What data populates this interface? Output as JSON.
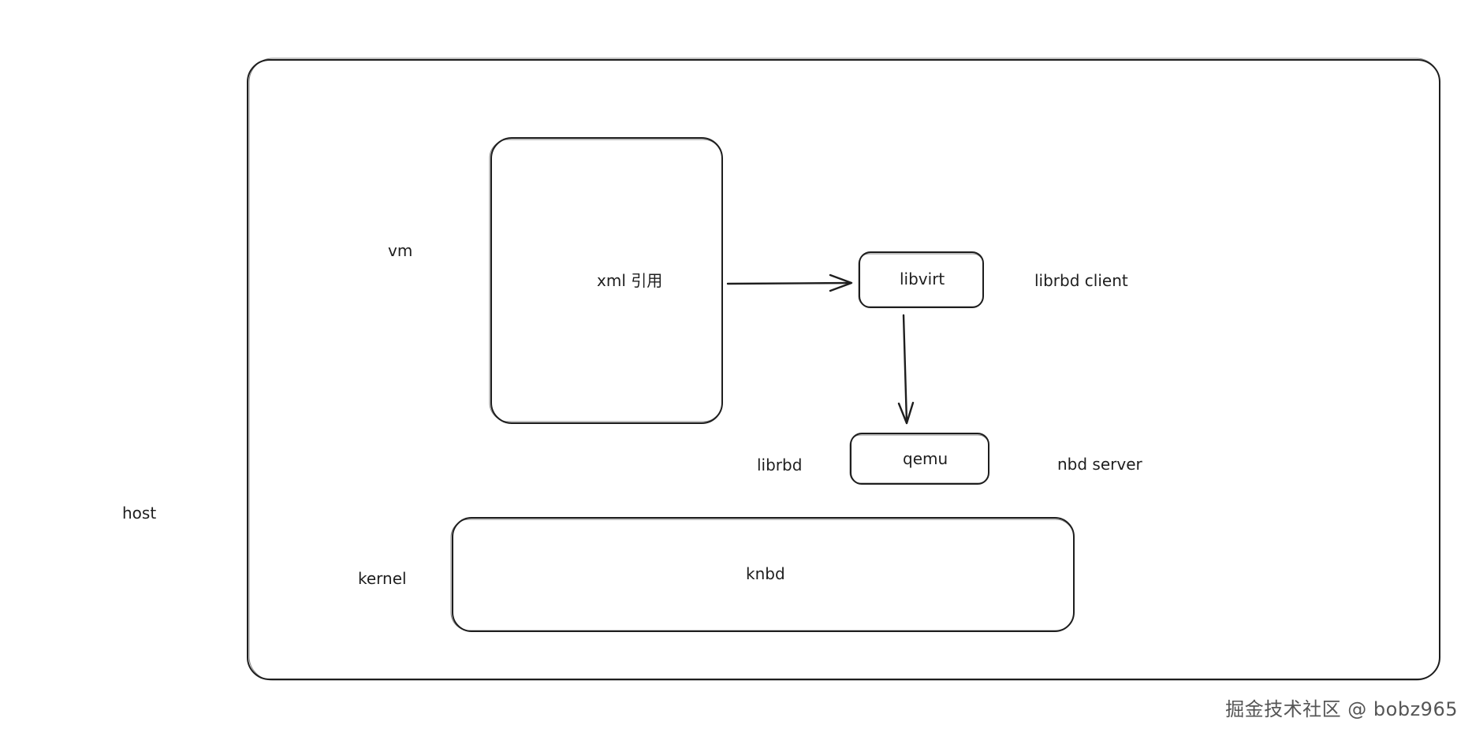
{
  "labels": {
    "host": "host",
    "vm": "vm",
    "xml_ref": "xml 引用",
    "libvirt": "libvirt",
    "librbd_client": "librbd client",
    "librbd": "librbd",
    "qemu": "qemu",
    "nbd_server": "nbd server",
    "kernel": "kernel",
    "knbd": "knbd"
  },
  "watermark": "掘金技术社区 @ bobz965",
  "colors": {
    "stroke": "#1e1e1e",
    "background": "#ffffff",
    "watermark": "#555555"
  }
}
